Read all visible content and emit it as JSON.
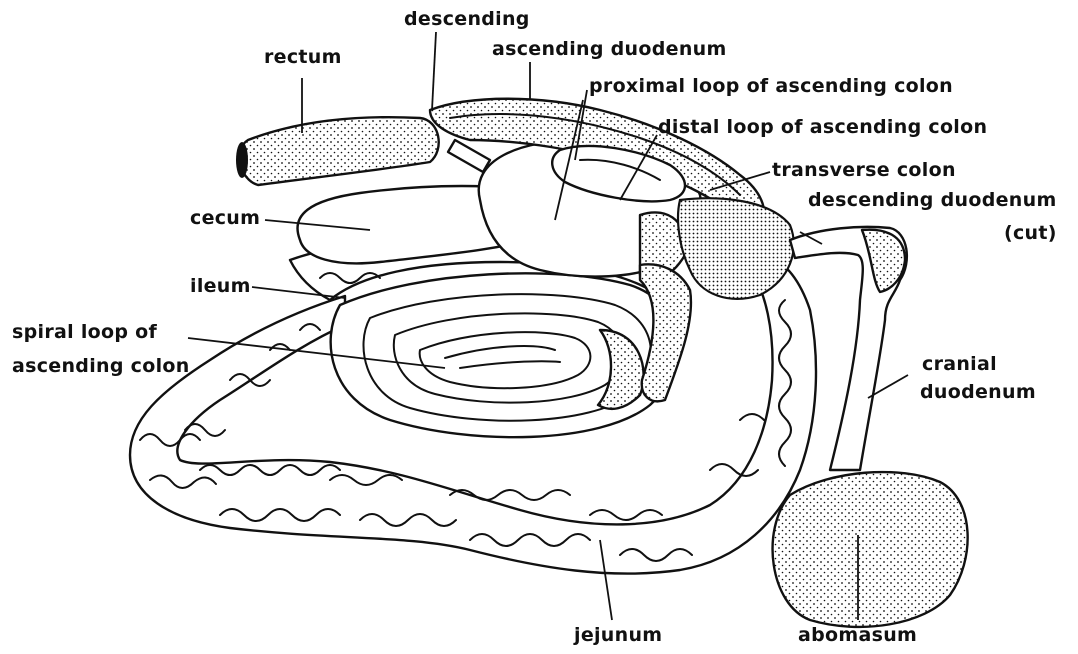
{
  "labels": {
    "rectum": "rectum",
    "descending": "descending",
    "ascending_duodenum": "ascending duodenum",
    "proximal_loop": "proximal loop of ascending colon",
    "distal_loop": "distal  loop of ascending colon",
    "transverse_colon": "transverse  colon",
    "descending_duodenum": "descending duodenum",
    "cut": "(cut)",
    "cecum": "cecum",
    "ileum": "ileum",
    "spiral_loop_1": "spiral loop of",
    "spiral_loop_2": "ascending colon",
    "cranial": "cranial",
    "duodenum": "duodenum",
    "jejunum": "jejunum",
    "abomasum": "abomasum"
  }
}
